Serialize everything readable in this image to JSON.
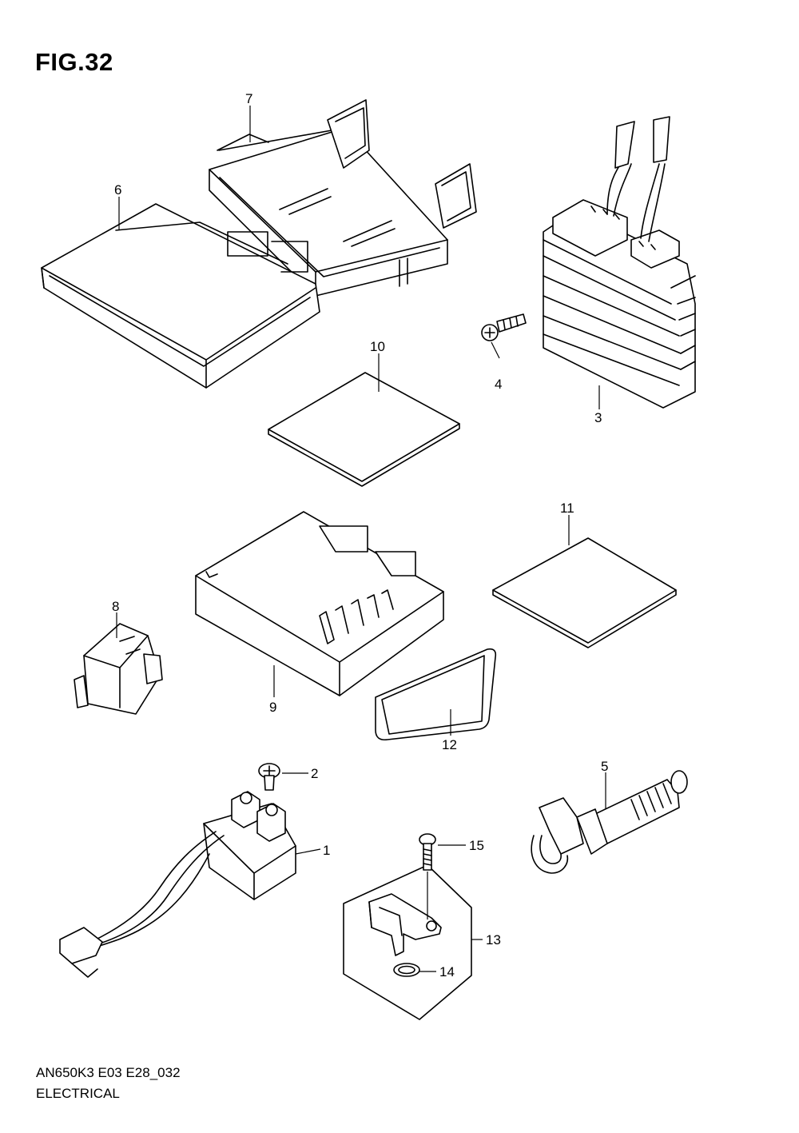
{
  "figure": {
    "title": "FIG.32"
  },
  "footer": {
    "code": "AN650K3 E03 E28_032",
    "title": "ELECTRICAL"
  },
  "callouts": [
    "1",
    "2",
    "3",
    "4",
    "5",
    "6",
    "7",
    "8",
    "9",
    "10",
    "11",
    "12",
    "13",
    "14",
    "15"
  ]
}
